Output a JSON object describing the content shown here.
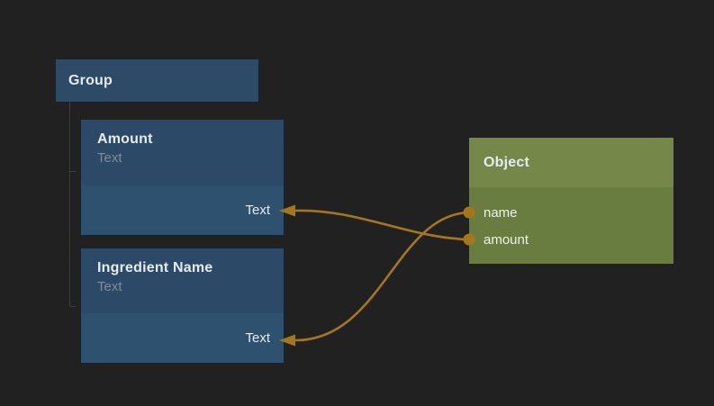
{
  "editor": {
    "background_color": "#212121",
    "wire_color": "#a5771c",
    "tree_line_color": "#3e3e3e",
    "nodes": {
      "group": {
        "title": "Group",
        "color": "#2d4a66"
      },
      "amount": {
        "title": "Amount",
        "subtitle": "Text",
        "header_color": "#2c4a67",
        "body_color": "#2f5170",
        "input": {
          "label": "Text"
        }
      },
      "ingredient_name": {
        "title": "Ingredient Name",
        "subtitle": "Text",
        "header_color": "#2c4a67",
        "body_color": "#2f5170",
        "input": {
          "label": "Text"
        }
      },
      "object": {
        "title": "Object",
        "header_color": "#75884a",
        "body_color": "#697d40",
        "outputs": [
          {
            "label": "name"
          },
          {
            "label": "amount"
          }
        ]
      }
    },
    "connections": [
      {
        "from": "object.outputs.name",
        "to": "ingredient_name.input"
      },
      {
        "from": "object.outputs.amount",
        "to": "amount.input"
      }
    ]
  }
}
